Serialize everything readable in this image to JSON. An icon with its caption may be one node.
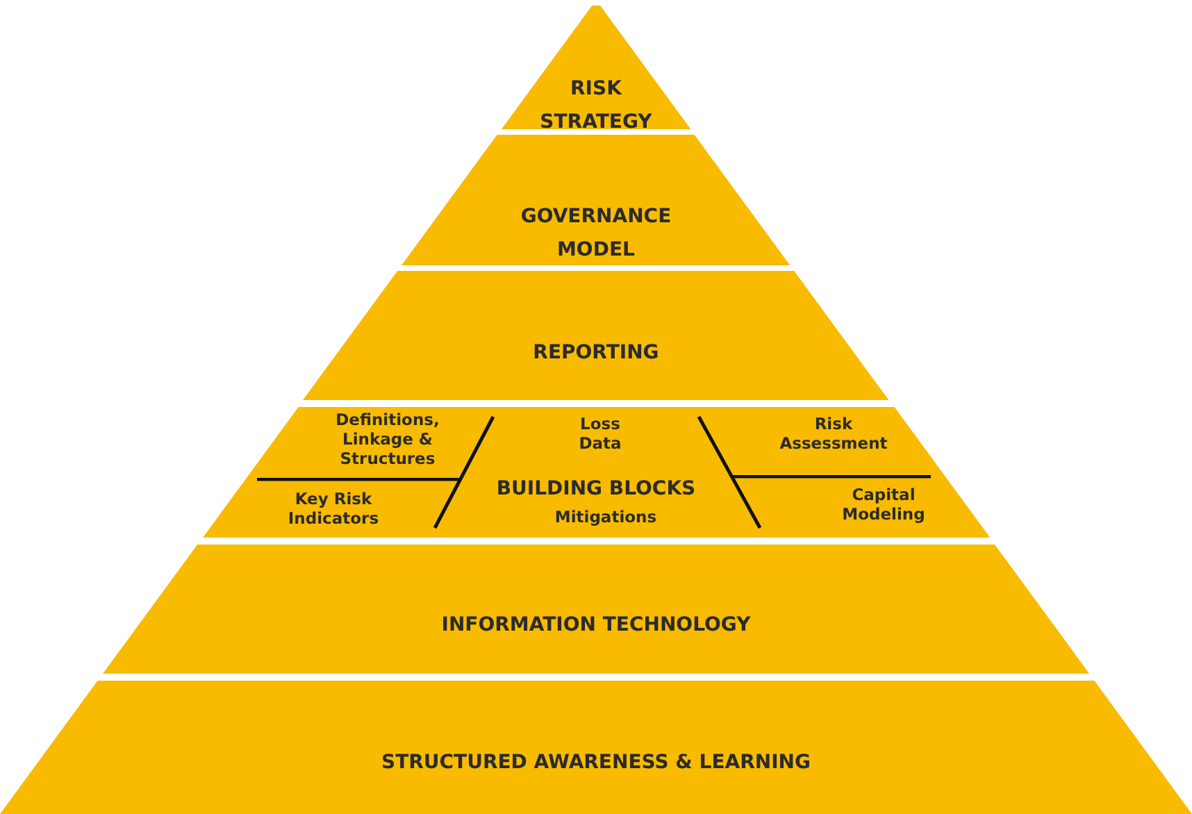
{
  "diagram": {
    "nodes": [
      {
        "text": [
          "RISK STRATEGY"
        ]
      },
      {
        "text": [
          "GOVERNANCE MODEL"
        ]
      },
      {
        "text": [
          "REPORTING"
        ]
      },
      {
        "text": [
          "BUILDING BLOCKS"
        ]
      },
      {
        "text": [
          "INFORMATION TECHNOLOGY"
        ]
      },
      {
        "text": [
          "STRUCTURED AWARENESS & LEARNING"
        ]
      }
    ],
    "edges": [],
    "labels": [
      "Definitions, Linkage & Structures",
      "Loss Data",
      "Risk Assessment",
      "Key Risk Indicators",
      "Mitigations",
      "Capital Modeling"
    ]
  }
}
